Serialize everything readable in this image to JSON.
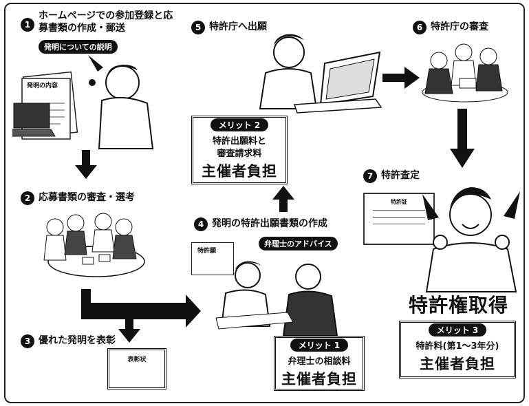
{
  "steps": [
    {
      "num": "1",
      "line1": "ホームページでの参加登録と応",
      "line2": "募書類の作成・郵送"
    },
    {
      "num": "2",
      "label": "応募書類の審査・選考"
    },
    {
      "num": "3",
      "label": "優れた発明を表彰"
    },
    {
      "num": "4",
      "label": "発明の特許出願書類の作成"
    },
    {
      "num": "5",
      "label": "特許庁へ出願"
    },
    {
      "num": "6",
      "label": "特許庁の審査"
    },
    {
      "num": "7",
      "label": "特許査定"
    }
  ],
  "pills": {
    "invention_explanation": "発明についての説明",
    "attorney_advice": "弁理士のアドバイス"
  },
  "merits": [
    {
      "tag": "メリット 1",
      "sub": "弁理士の相談料",
      "big": "主催者負担"
    },
    {
      "tag": "メリット 2",
      "sub1": "特許出願料と",
      "sub2": "審査請求料",
      "big": "主催者負担"
    },
    {
      "tag": "メリット 3",
      "sub": "特許料(第1〜3年分)",
      "big": "主催者負担"
    }
  ],
  "doc_labels": {
    "invention_content": "発明の内容",
    "patent_application": "特許願",
    "certificate": "表彰状",
    "patent_decision": "特許証"
  },
  "headline": "特許権取得"
}
